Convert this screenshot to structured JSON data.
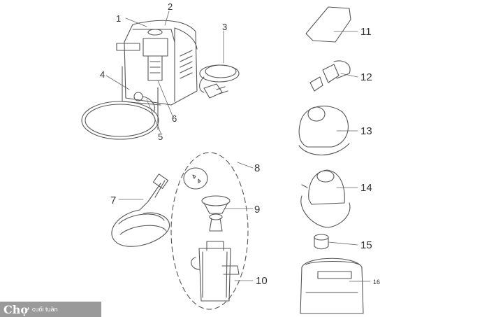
{
  "callouts": {
    "c1": "1",
    "c2": "2",
    "c3": "3",
    "c4": "4",
    "c5": "5",
    "c6": "6",
    "c7": "7",
    "c8": "8",
    "c9": "9",
    "c10": "10",
    "c11": "11",
    "c12": "12",
    "c13": "13",
    "c14": "14",
    "c15": "15",
    "c16": "16"
  },
  "watermark": {
    "brand": "Chợ",
    "sub": "cuối tuần"
  },
  "colors": {
    "line": "#555555",
    "text": "#333333",
    "watermark_bg": "#9a9a9a"
  }
}
